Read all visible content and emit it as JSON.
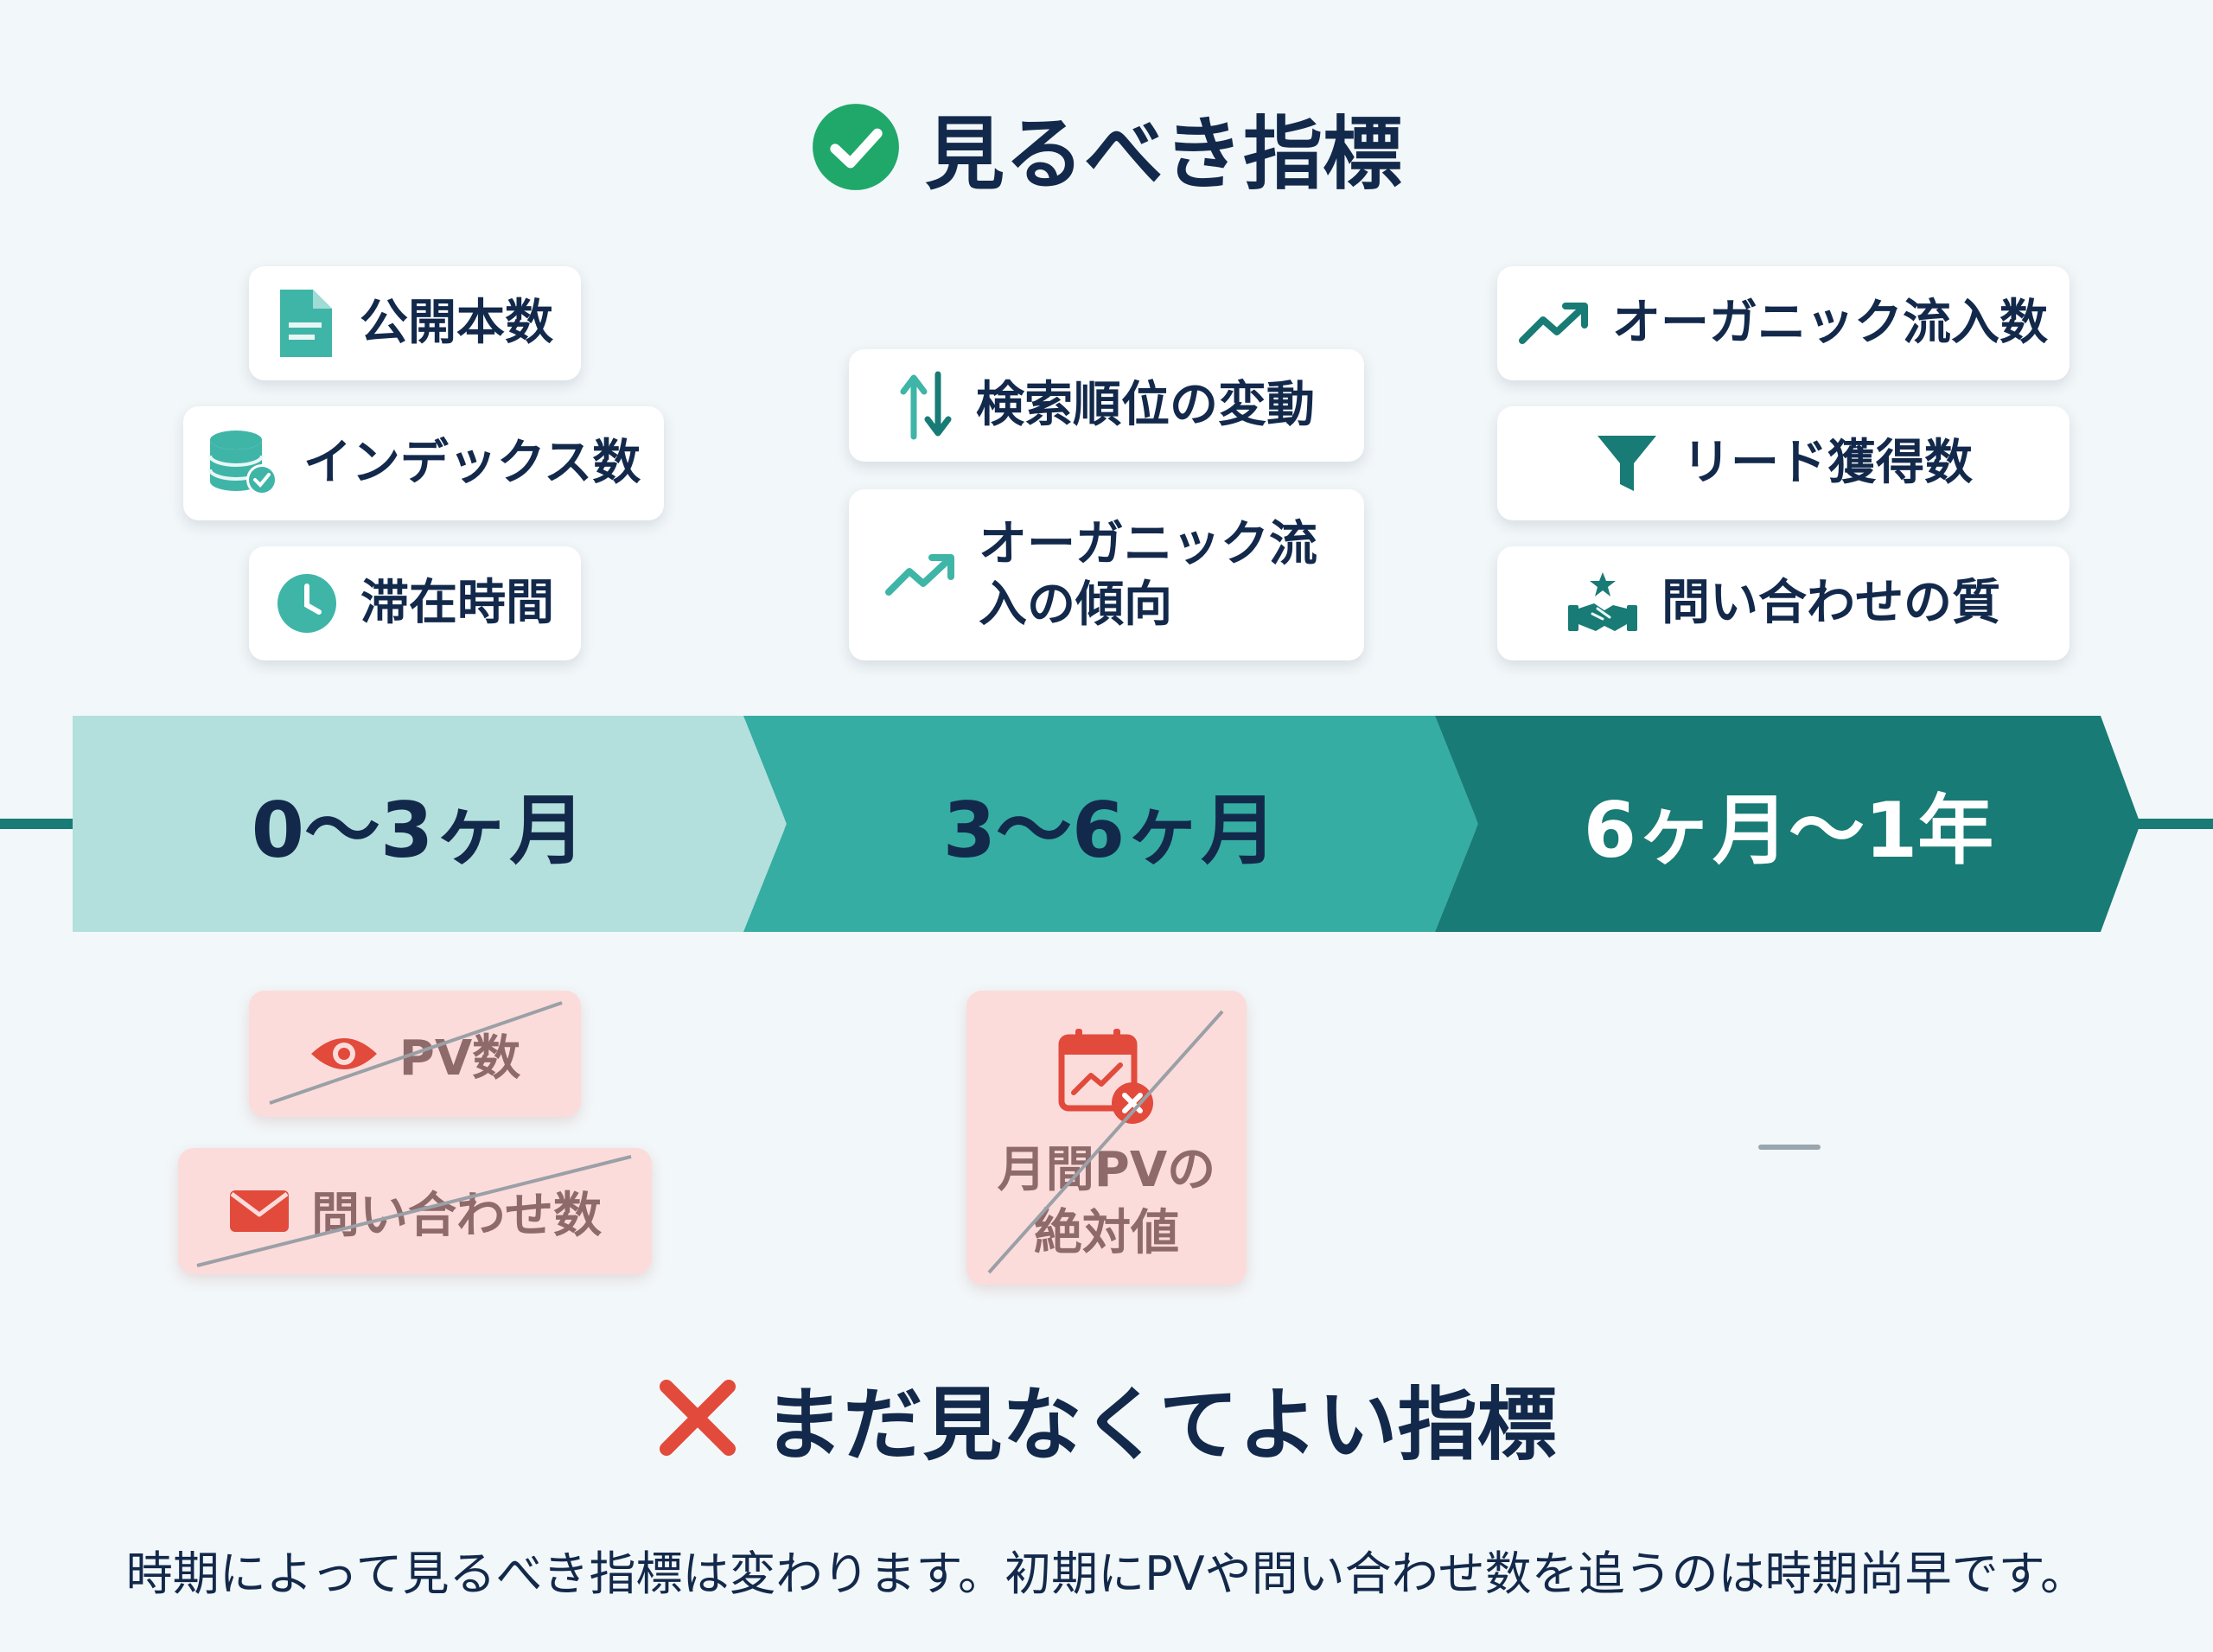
{
  "header": {
    "title": "見るべき指標",
    "icon": "check-circle-icon"
  },
  "phases": [
    {
      "label": "0〜3ヶ月"
    },
    {
      "label": "3〜6ヶ月"
    },
    {
      "label": "6ヶ月〜1年"
    }
  ],
  "good_metrics": {
    "phase1": [
      {
        "label": "公開本数",
        "icon": "document-icon"
      },
      {
        "label": "インデックス数",
        "icon": "database-check-icon"
      },
      {
        "label": "滞在時間",
        "icon": "clock-icon"
      }
    ],
    "phase2": [
      {
        "label": "検索順位の変動",
        "icon": "up-down-arrows-icon"
      },
      {
        "label": "オーガニック流入の傾向",
        "icon": "trending-up-icon"
      }
    ],
    "phase3": [
      {
        "label": "オーガニック流入数",
        "icon": "trending-up-icon"
      },
      {
        "label": "リード獲得数",
        "icon": "funnel-icon"
      },
      {
        "label": "問い合わせの質",
        "icon": "handshake-star-icon"
      }
    ]
  },
  "bad_metrics": {
    "title": "まだ見なくてよい指標",
    "icon": "cross-icon",
    "phase1": [
      {
        "label": "PV数",
        "icon": "eye-icon"
      },
      {
        "label": "問い合わせ数",
        "icon": "mail-icon"
      }
    ],
    "phase2": [
      {
        "label": "月間PVの絶対値",
        "icon": "calendar-chart-x-icon"
      }
    ]
  },
  "caption": "時期によって見るべき指標は変わります。初期にPVや問い合わせ数を追うのは時期尚早です。",
  "colors": {
    "phase1": "#b3e0dc",
    "phase2": "#35ada3",
    "phase3": "#187b75",
    "accent_green": "#20a86b",
    "teal_icon": "#3fb5a8",
    "cross_red": "#e24a3b",
    "bad_bg": "#fbdcdb"
  }
}
